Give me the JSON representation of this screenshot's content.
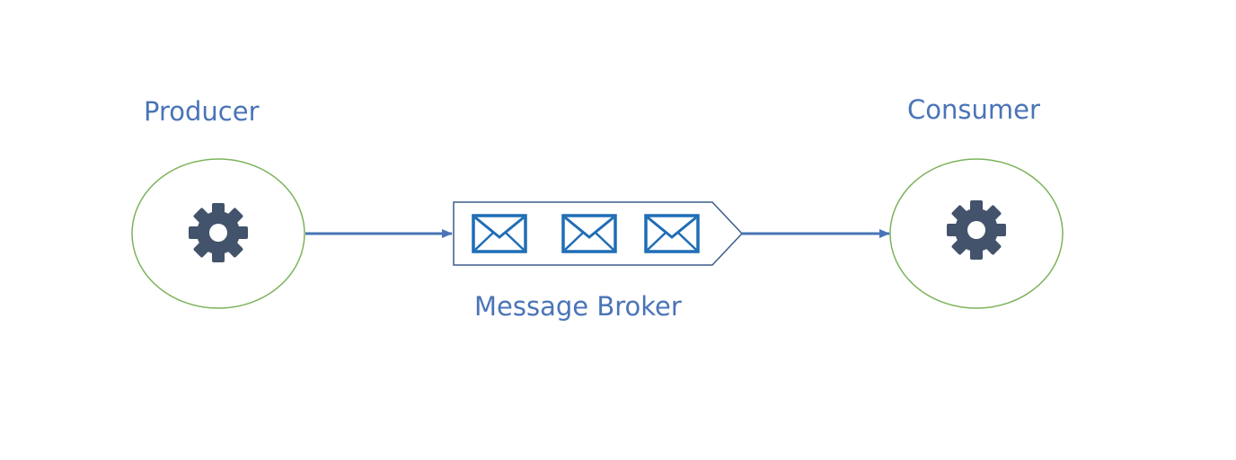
{
  "producer": {
    "label": "Producer",
    "icon": "gear-icon"
  },
  "consumer": {
    "label": "Consumer",
    "icon": "gear-icon"
  },
  "broker": {
    "label": "Message Broker",
    "messages": [
      "envelope-icon",
      "envelope-icon",
      "envelope-icon"
    ]
  },
  "colors": {
    "label": "#4a74b8",
    "node_outline": "#7cb35a",
    "arrow": "#4a74b8",
    "gear": "#42536b",
    "envelope": "#1f6db5",
    "broker_outline": "#3d5c8a"
  }
}
